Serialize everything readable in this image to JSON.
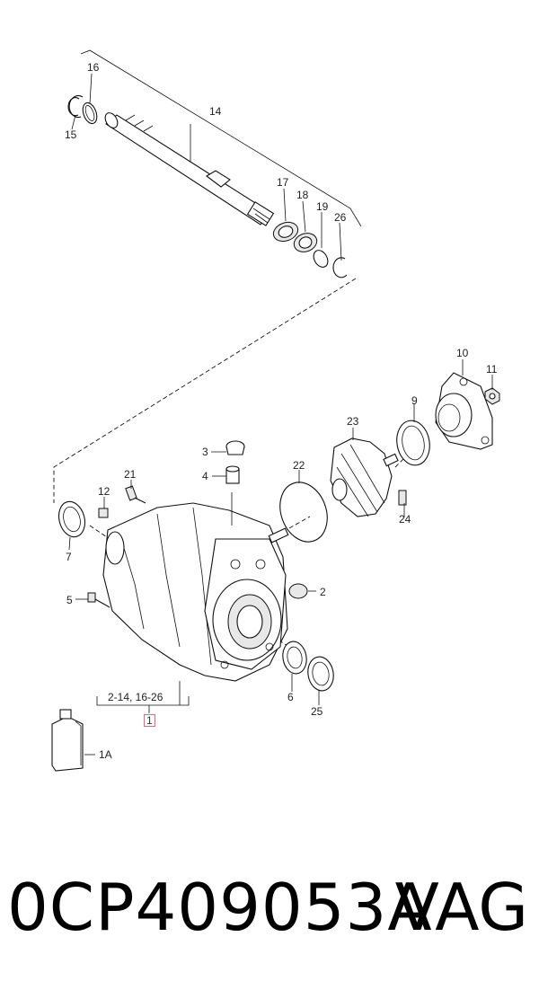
{
  "callouts": {
    "c16": "16",
    "c15": "15",
    "c14": "14",
    "c17": "17",
    "c18": "18",
    "c19": "19",
    "c26": "26",
    "c10": "10",
    "c11": "11",
    "c9": "9",
    "c23": "23",
    "c3": "3",
    "c4": "4",
    "c22": "22",
    "c21": "21",
    "c12": "12",
    "c24": "24",
    "c7": "7",
    "c2": "2",
    "c5": "5",
    "c6": "6",
    "c25": "25",
    "range": "2-14, 16-26",
    "c1": "1",
    "c1a": "1A"
  },
  "footer": {
    "part_number": "0CP409053A",
    "brand": "VAG"
  }
}
